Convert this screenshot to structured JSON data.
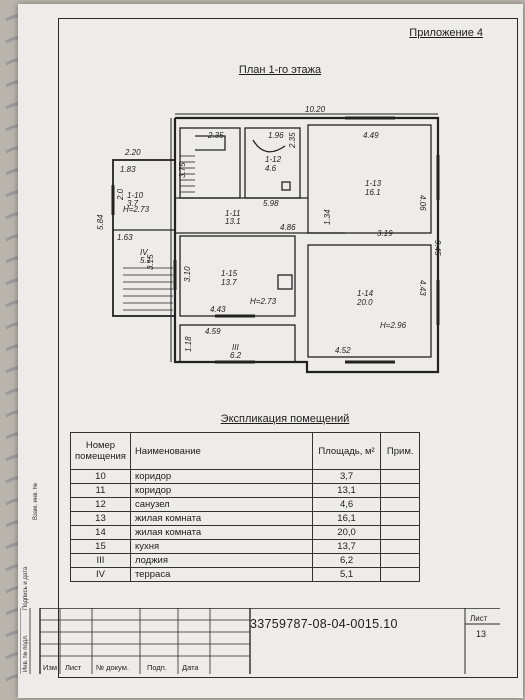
{
  "header": {
    "appendix": "Приложение 4"
  },
  "plan": {
    "title": "План 1-го этажа",
    "dimensions": {
      "total_width": "10.20",
      "left_width": "2.20",
      "left_height": "5.84",
      "right_height": "9.45",
      "terrace_width": "1.83",
      "hall_height": "2.0",
      "terrace_height": "3.15",
      "terrace_small": "1.63",
      "stair_top": "2.35",
      "stair_side": "3.75",
      "bath_w": "1.96",
      "bath_d": "2.35",
      "corridor_len": "5.98",
      "corridor_mid": "4.86",
      "room13_w": "4.49",
      "room13_h": "4.06",
      "room13_low": "3.19",
      "corr_door": "1.34",
      "kitchen_h": "3.10",
      "kitchen_w": "4.43",
      "room14_h": "4.43",
      "room14_w": "4.52",
      "loggia_w": "4.59",
      "loggia_h": "1.18"
    },
    "heights": {
      "hall": "H=2.73",
      "kitchen": "H=2.73",
      "room14": "H=2.96"
    },
    "rooms": [
      {
        "id": "1-10",
        "area": "3.7"
      },
      {
        "id": "1-11",
        "area": "13.1"
      },
      {
        "id": "1-12",
        "area": "4.6"
      },
      {
        "id": "1-13",
        "area": "16.1"
      },
      {
        "id": "1-14",
        "area": "20.0"
      },
      {
        "id": "1-15",
        "area": "13.7"
      },
      {
        "id": "III",
        "area": "6.2"
      },
      {
        "id": "IV",
        "area": "5.1"
      }
    ]
  },
  "explication": {
    "title": "Экспликация помещений",
    "headers": {
      "number": "Номер помещения",
      "name": "Наименование",
      "area": "Площадь, м²",
      "note": "Прим."
    },
    "rows": [
      {
        "num": "10",
        "name": "коридор",
        "area": "3,7"
      },
      {
        "num": "11",
        "name": "коридор",
        "area": "13,1"
      },
      {
        "num": "12",
        "name": "санузел",
        "area": "4,6"
      },
      {
        "num": "13",
        "name": "жилая комната",
        "area": "16,1"
      },
      {
        "num": "14",
        "name": "жилая комната",
        "area": "20,0"
      },
      {
        "num": "15",
        "name": "кухня",
        "area": "13,7"
      },
      {
        "num": "III",
        "name": "лоджия",
        "area": "6,2"
      },
      {
        "num": "IV",
        "name": "терраса",
        "area": "5,1"
      }
    ]
  },
  "stamp": {
    "doc_number": "33759787-08-04-0015.10",
    "sheet_label": "Лист",
    "sheet_number": "13",
    "labels": {
      "izm": "Изм",
      "list": "Лист",
      "doc": "№ докум.",
      "sign": "Подп.",
      "date": "Дата"
    },
    "side": {
      "inv": "Инв. № подл.",
      "sign_date": "Подпись и дата",
      "vzam": "Взам. инв. №"
    }
  }
}
